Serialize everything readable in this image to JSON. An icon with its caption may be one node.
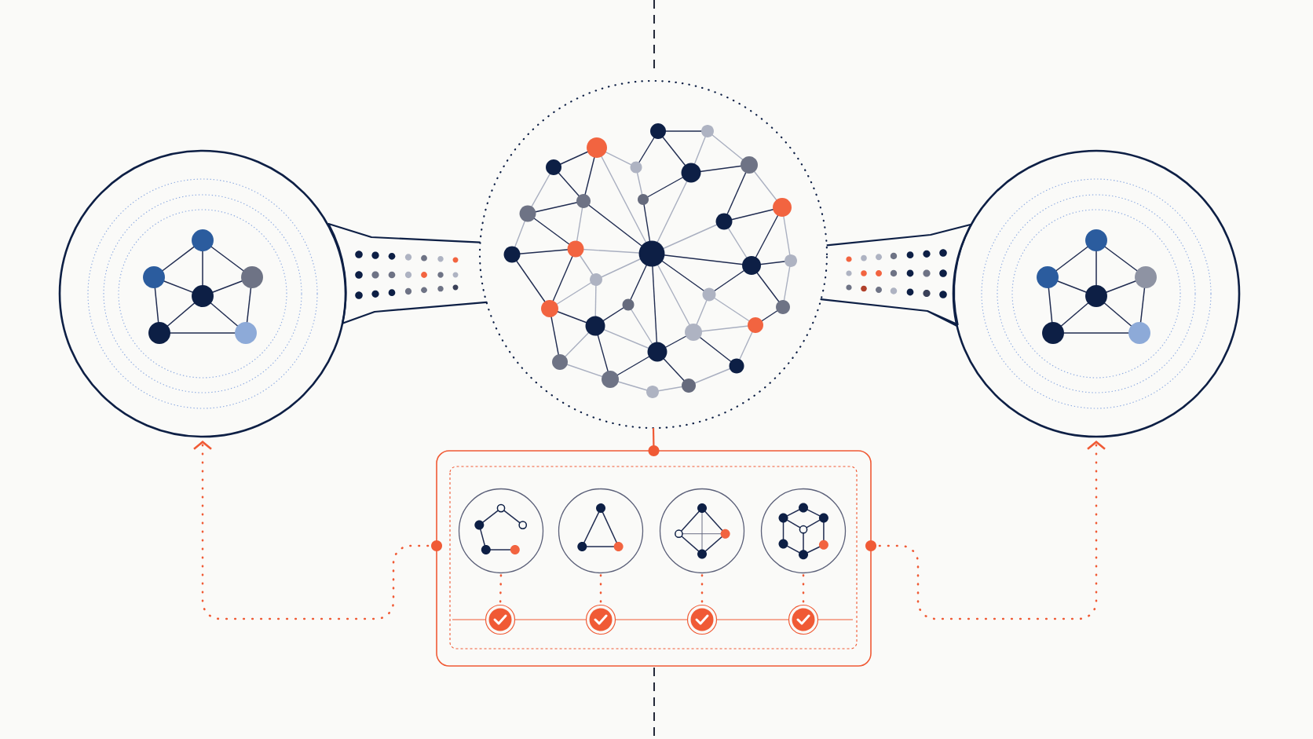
{
  "diagram": {
    "nodes": [
      {
        "text": [],
        "shape": "circle"
      },
      {
        "text": [],
        "shape": "circle"
      },
      {
        "text": [],
        "shape": "circle"
      },
      {
        "text": [],
        "shape": "box"
      },
      {
        "text": [],
        "shape": "circle",
        "in": 3
      },
      {
        "text": [],
        "shape": "circle",
        "in": 3
      },
      {
        "text": [],
        "shape": "circle",
        "in": 3
      },
      {
        "text": [],
        "shape": "circle",
        "in": 3
      },
      {
        "text": [],
        "shape": "circle",
        "in": 3
      },
      {
        "text": [],
        "shape": "circle",
        "in": 3
      },
      {
        "text": [],
        "shape": "circle",
        "in": 3
      },
      {
        "text": [],
        "shape": "circle",
        "in": 3
      }
    ],
    "edges": [
      {
        "from": 0,
        "to": 1,
        "arrow": "none",
        "color": "#0d1f45"
      },
      {
        "from": 1,
        "to": 2,
        "arrow": "none",
        "color": "#0d1f45"
      },
      {
        "from": 1,
        "to": 3,
        "arrow": "other"
      },
      {
        "from": 3,
        "to": 0,
        "arrow": "to",
        "style": "dashed"
      },
      {
        "from": 3,
        "to": 2,
        "arrow": "to",
        "style": "dashed"
      },
      {
        "from": 4,
        "to": 8,
        "arrow": "none",
        "style": "dashed"
      },
      {
        "from": 5,
        "to": 9,
        "arrow": "none",
        "style": "dashed"
      },
      {
        "from": 6,
        "to": 10,
        "arrow": "none",
        "style": "dashed"
      },
      {
        "from": 7,
        "to": 11,
        "arrow": "none",
        "style": "dashed"
      }
    ]
  }
}
